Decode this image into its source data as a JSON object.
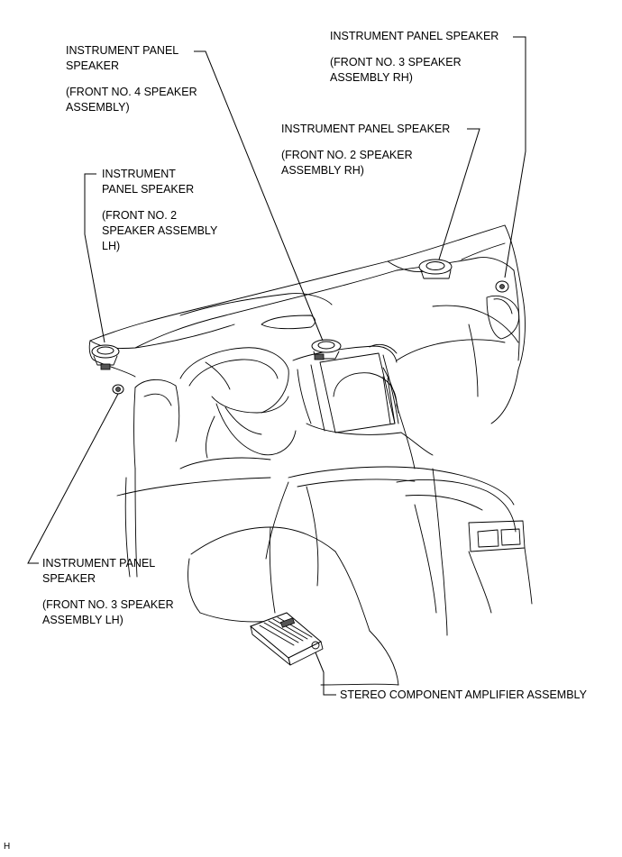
{
  "callouts": {
    "fr3_rh": {
      "line1": "INSTRUMENT PANEL SPEAKER",
      "line2": "(FRONT NO. 3 SPEAKER",
      "line3": "ASSEMBLY RH)"
    },
    "fr4": {
      "line1": "INSTRUMENT PANEL",
      "line2": "SPEAKER",
      "line3": "(FRONT NO. 4 SPEAKER",
      "line4": "ASSEMBLY)"
    },
    "fr2_rh": {
      "line1": "INSTRUMENT PANEL SPEAKER",
      "line2": "(FRONT NO. 2 SPEAKER",
      "line3": "ASSEMBLY RH)"
    },
    "fr2_lh": {
      "line1": "INSTRUMENT",
      "line2": "PANEL SPEAKER",
      "line3": "(FRONT NO. 2",
      "line4": "SPEAKER ASSEMBLY",
      "line5": "LH)"
    },
    "fr3_lh": {
      "line1": "INSTRUMENT PANEL",
      "line2": "SPEAKER",
      "line3": "(FRONT NO. 3 SPEAKER",
      "line4": "ASSEMBLY LH)"
    },
    "amp": {
      "line1": "STEREO COMPONENT AMPLIFIER ASSEMBLY"
    }
  },
  "corner_mark": "H"
}
